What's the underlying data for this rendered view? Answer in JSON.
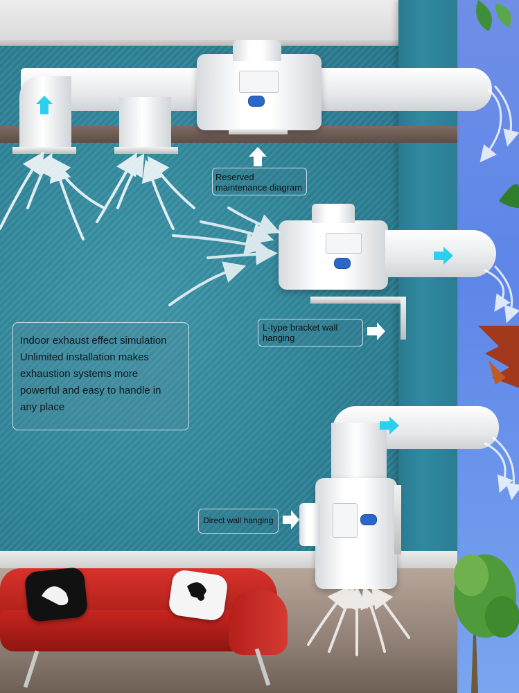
{
  "labels": {
    "reserved_line1": "Reserved",
    "reserved_line2": "maintenance diagram",
    "bracket_line1": "L-type bracket wall",
    "bracket_line2": "hanging",
    "direct": "Direct wall hanging"
  },
  "info_box": {
    "lines": [
      "Indoor exhaust effect simulation",
      "Unlimited installation makes",
      "exhaustion systems more",
      "powerful and easy to handle in",
      "any place"
    ]
  },
  "colors": {
    "wall": "#2f8398",
    "sky": "#5d86e8",
    "flow_arrow": "#2bd0f0",
    "sofa": "#c8251f"
  },
  "icons": [
    "flow-arrow-icon",
    "pointer-arrow-icon",
    "airflow-icon",
    "leaf-icon",
    "tree-icon"
  ]
}
